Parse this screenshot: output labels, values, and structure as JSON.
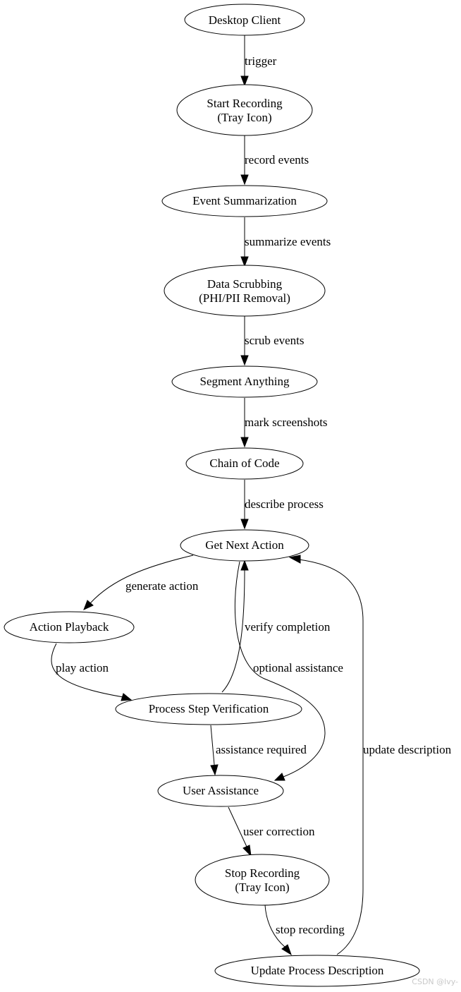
{
  "nodes": {
    "desktop_client": "Desktop Client",
    "start_recording": [
      "Start Recording",
      "(Tray Icon)"
    ],
    "event_summarization": "Event Summarization",
    "data_scrubbing": [
      "Data Scrubbing",
      "(PHI/PII Removal)"
    ],
    "segment_anything": "Segment Anything",
    "chain_of_code": "Chain of Code",
    "get_next_action": "Get Next Action",
    "action_playback": "Action Playback",
    "process_step_verification": "Process Step Verification",
    "user_assistance": "User Assistance",
    "stop_recording": [
      "Stop Recording",
      "(Tray Icon)"
    ],
    "update_process_description": "Update Process Description"
  },
  "edges": {
    "trigger": "trigger",
    "record_events": "record events",
    "summarize_events": "summarize events",
    "scrub_events": "scrub events",
    "mark_screenshots": "mark screenshots",
    "describe_process": "describe process",
    "generate_action": "generate action",
    "verify_completion": "verify completion",
    "play_action": "play action",
    "optional_assistance": "optional assistance",
    "assistance_required": "assistance required",
    "update_description": "update description",
    "user_correction": "user correction",
    "stop_recording": "stop recording"
  },
  "watermark": "CSDN @lvy-"
}
